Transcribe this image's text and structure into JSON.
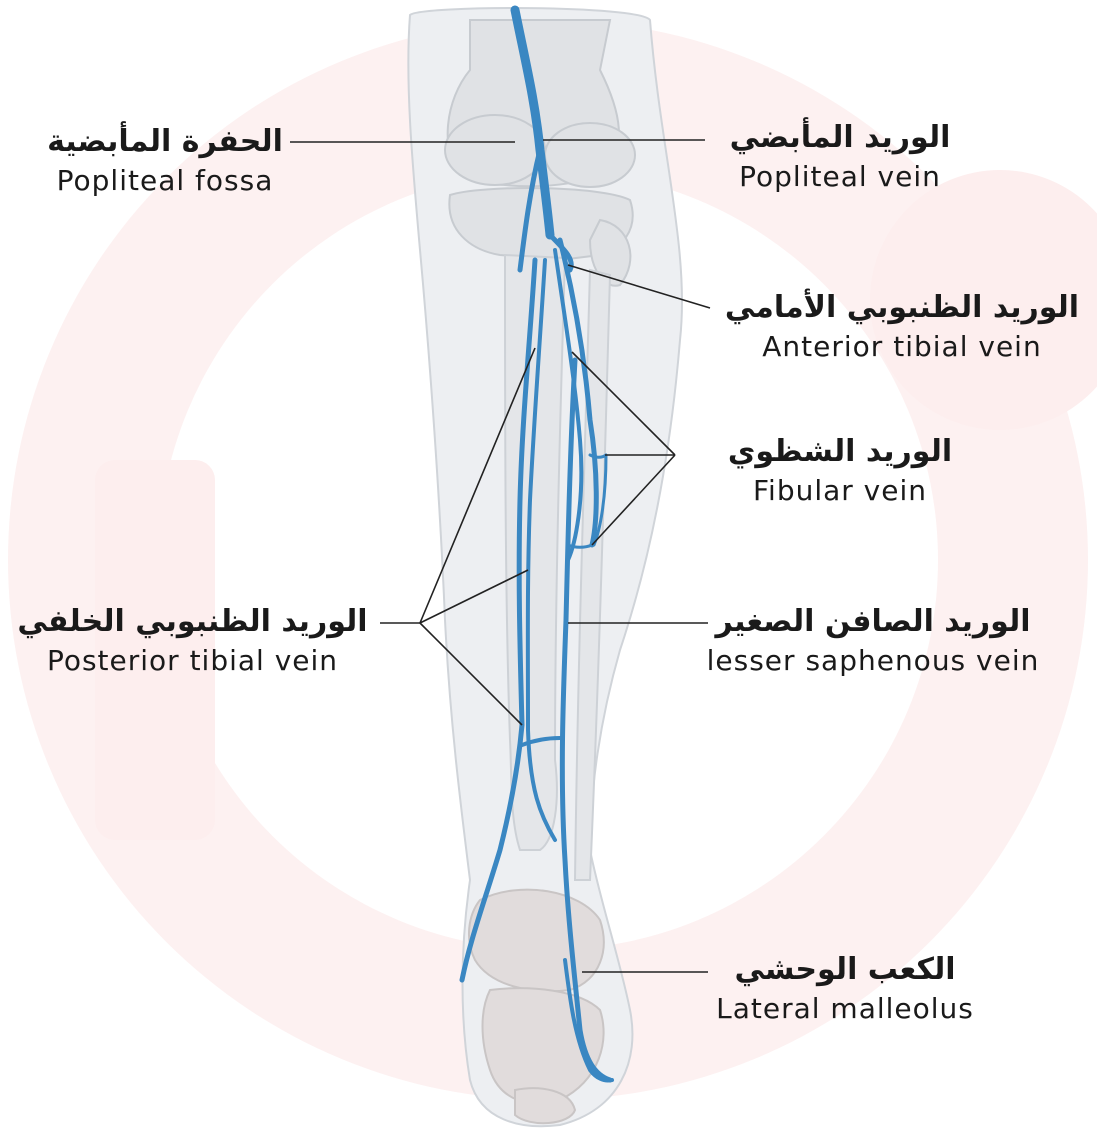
{
  "labels": {
    "popliteal_fossa": {
      "ar": "الحفرة المأبضية",
      "en": "Popliteal fossa"
    },
    "popliteal_vein": {
      "ar": "الوريد المأبضي",
      "en": "Popliteal vein"
    },
    "anterior_tibial_vein": {
      "ar": "الوريد الظنبوبي الأمامي",
      "en": "Anterior tibial vein"
    },
    "fibular_vein": {
      "ar": "الوريد الشظوي",
      "en": "Fibular vein"
    },
    "posterior_tibial_vein": {
      "ar": "الوريد الظنبوبي الخلفي",
      "en": "Posterior tibial vein"
    },
    "lesser_saphenous_vein": {
      "ar": "الوريد الصافن الصغير",
      "en": "lesser saphenous vein"
    },
    "lateral_malleolus": {
      "ar": "الكعب الوحشي",
      "en": "Lateral malleolus"
    }
  },
  "colors": {
    "vein": "#3a87c2",
    "bone": "#dfe1e4",
    "skin": "#eef0f2",
    "watermark": "#fdeeee",
    "leader": "#222222"
  }
}
